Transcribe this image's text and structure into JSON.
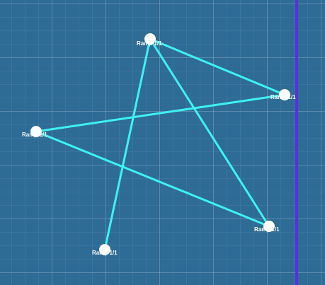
{
  "colors": {
    "background": "#2e6b95",
    "edge": "#3ef2f2",
    "node": "#ffffff",
    "label": "#ffffff",
    "label_accent": "#ff3b3b",
    "boundary_line": "#5a2fe0"
  },
  "nodes": [
    {
      "id": "n1",
      "label": "Ramp 1/1"
    },
    {
      "id": "n2",
      "label": "Ramp 1/1"
    },
    {
      "id": "n3",
      "label": "Ramp 1/1"
    },
    {
      "id": "n4",
      "label": "Ramp 1/1"
    },
    {
      "id": "n5",
      "label": "Ramp 1/1"
    }
  ],
  "edges": [
    {
      "from": "n1",
      "to": "n2"
    },
    {
      "from": "n2",
      "to": "n3"
    },
    {
      "from": "n3",
      "to": "n4"
    },
    {
      "from": "n4",
      "to": "n1"
    },
    {
      "from": "n1",
      "to": "n5"
    }
  ]
}
